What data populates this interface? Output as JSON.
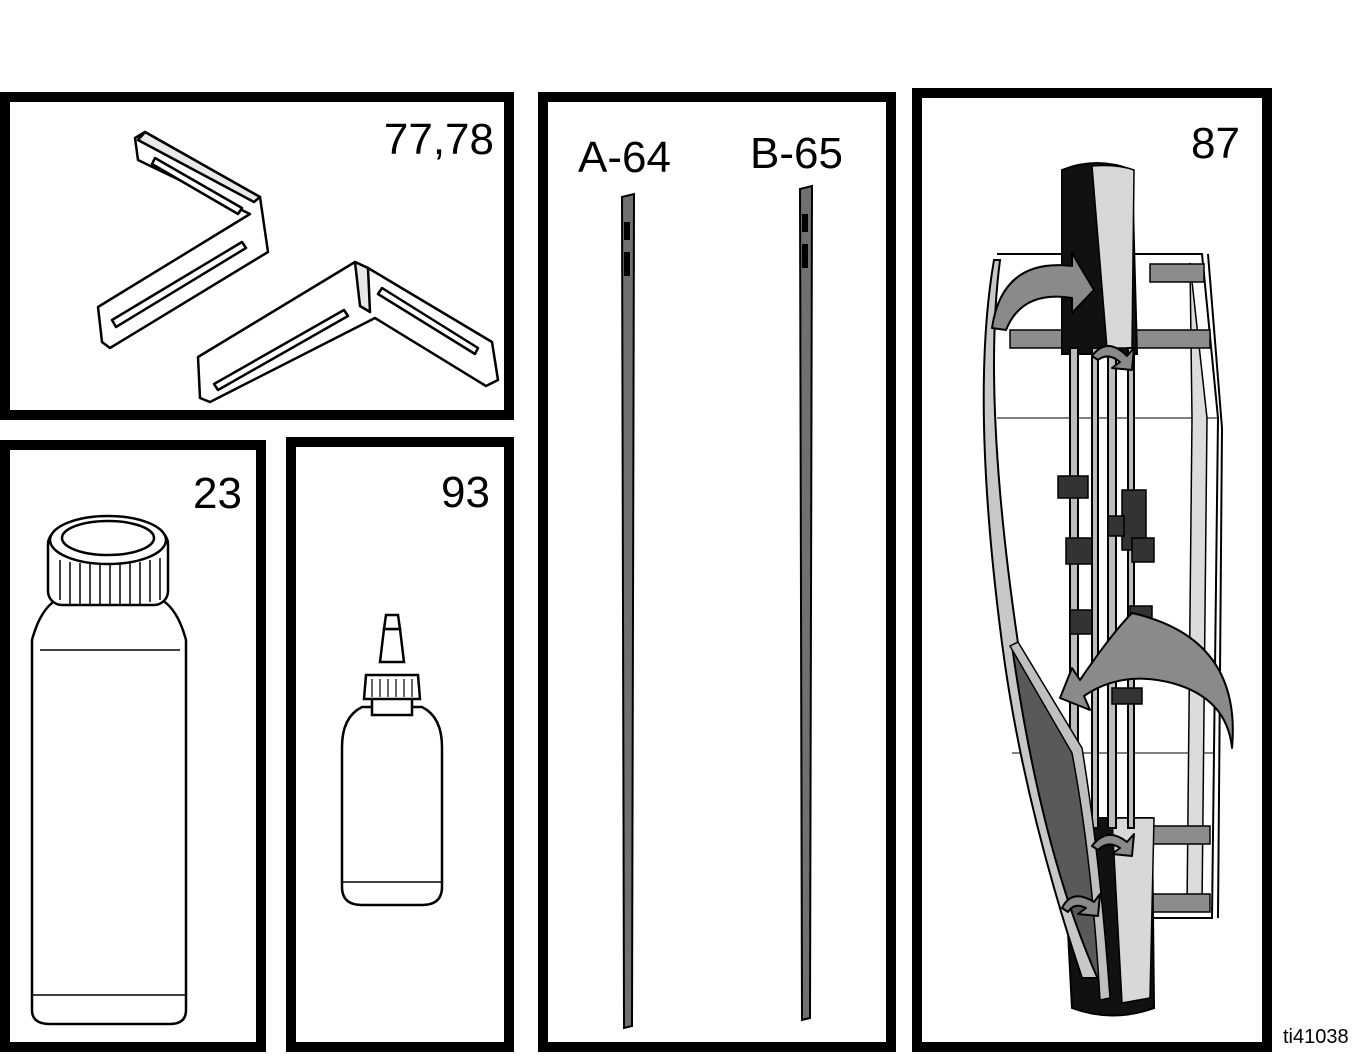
{
  "panels": {
    "brackets": {
      "label": "77,78"
    },
    "bottle_large": {
      "label": "23"
    },
    "bottle_small": {
      "label": "93"
    },
    "strips": {
      "label_a": "A-64",
      "label_b": "B-65"
    },
    "hose_wrap": {
      "label": "87"
    }
  },
  "figure_id": "ti41038",
  "colors": {
    "outline": "#000000",
    "strip_fill": "#707070",
    "arrow_fill": "#8a8a8a",
    "hose": "#111111"
  }
}
